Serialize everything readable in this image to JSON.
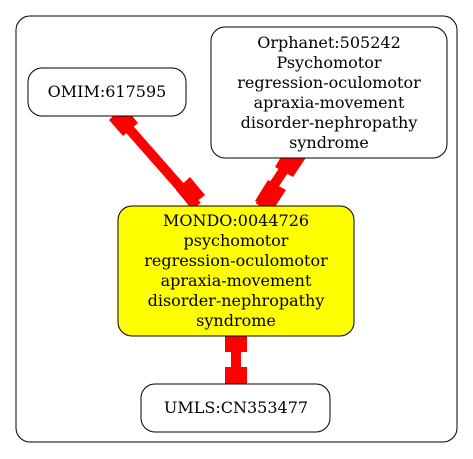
{
  "graph": {
    "nodes": [
      {
        "id": "omim",
        "lines": [
          "OMIM:617595"
        ],
        "fill": "#ffffff"
      },
      {
        "id": "orphanet",
        "lines": [
          "Orphanet:505242",
          "Psychomotor",
          "regression-oculomotor",
          "apraxia-movement",
          "disorder-nephropathy",
          "syndrome"
        ],
        "fill": "#ffffff"
      },
      {
        "id": "mondo",
        "lines": [
          "MONDO:0044726",
          "psychomotor",
          "regression-oculomotor",
          "apraxia-movement",
          "disorder-nephropathy",
          "syndrome"
        ],
        "fill": "#ffff00"
      },
      {
        "id": "umls",
        "lines": [
          "UMLS:CN353477"
        ],
        "fill": "#ffffff"
      }
    ],
    "edges": [
      {
        "from": "omim",
        "to": "mondo",
        "color": "#ff0000"
      },
      {
        "from": "orphanet",
        "to": "mondo",
        "color": "#ff0000"
      },
      {
        "from": "mondo",
        "to": "umls",
        "color": "#ff0000"
      }
    ]
  }
}
